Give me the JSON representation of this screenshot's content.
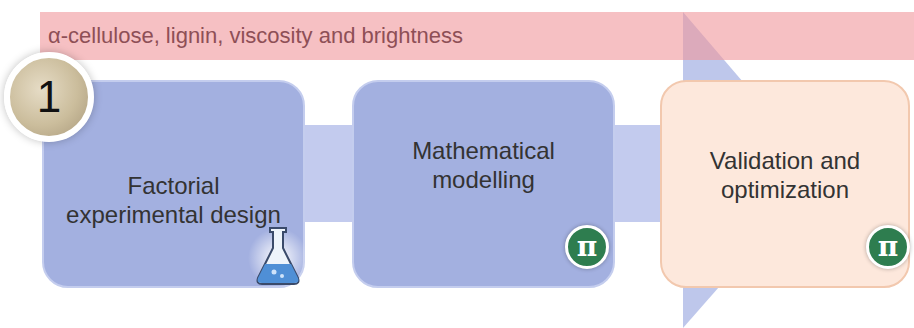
{
  "diagram": {
    "nodes": [
      {
        "text": [
          "α-cellulose, lignin, viscosity and brightness"
        ]
      },
      {
        "text": [
          "1"
        ]
      },
      {
        "text": [
          "Factorial experimental design"
        ]
      },
      {
        "text": [
          "Mathematical modelling"
        ]
      },
      {
        "text": [
          "π"
        ],
        "in": 3
      },
      {
        "text": [
          "Validation and optimization"
        ]
      },
      {
        "text": [
          "π"
        ],
        "in": 5
      }
    ]
  }
}
